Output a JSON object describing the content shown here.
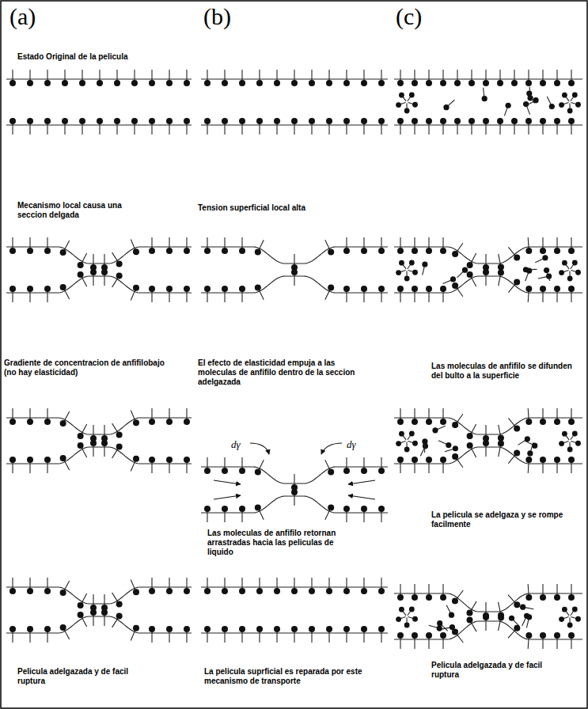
{
  "diagram": {
    "labels": [
      "(a)",
      "(b)",
      "(c)",
      "Estado Original de la pelicula",
      "Mecanismo local causa una seccion delgada",
      "Tension superficial local alta",
      "Gradiente de concentracion de anfifilobajo (no hay elasticidad)",
      "El efecto de elasticidad empuja a las moleculas de anfifilo dentro de la seccion adelgazada",
      "Las moleculas de anfifilo se difunden del bulto a la superficie",
      "dγ",
      "dγ",
      "Las moleculas de anfifilo retornan arrastradas hacia las peliculas de liquido",
      "La pelicula se adelgaza y se rompe facilmente",
      "Pelicula adelgazada y de facil ruptura",
      "La pelicula suprficial es reparada por este mecanismo de transporte",
      "Pelicula adelgazada y de facil ruptura"
    ]
  }
}
